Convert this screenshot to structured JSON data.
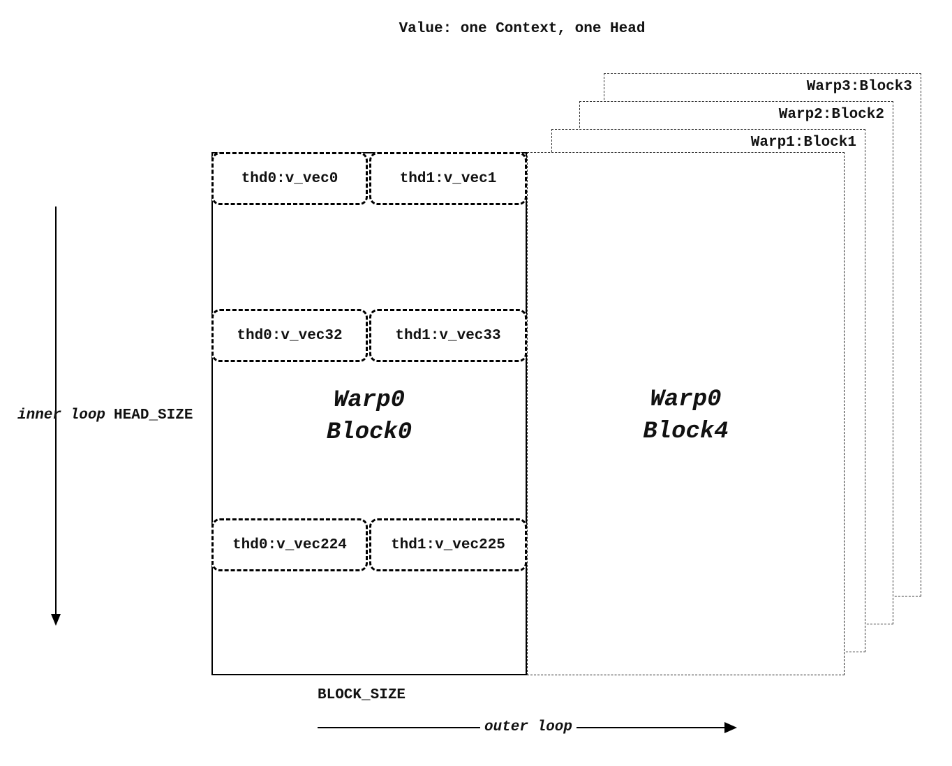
{
  "title": "Value: one Context, one Head",
  "back_blocks": [
    {
      "label": "Warp3:Block3"
    },
    {
      "label": "Warp2:Block2"
    },
    {
      "label": "Warp1:Block1"
    }
  ],
  "block0": {
    "name_line1": "Warp0",
    "name_line2": "Block0",
    "rows": [
      {
        "left": "thd0:v_vec0",
        "right": "thd1:v_vec1"
      },
      {
        "left": "thd0:v_vec32",
        "right": "thd1:v_vec33"
      },
      {
        "left": "thd0:v_vec224",
        "right": "thd1:v_vec225"
      }
    ]
  },
  "block4": {
    "name_line1": "Warp0",
    "name_line2": "Block4"
  },
  "labels": {
    "inner_loop": "inner loop",
    "head_size": "HEAD_SIZE",
    "block_size": "BLOCK_SIZE",
    "outer_loop": "outer loop"
  }
}
